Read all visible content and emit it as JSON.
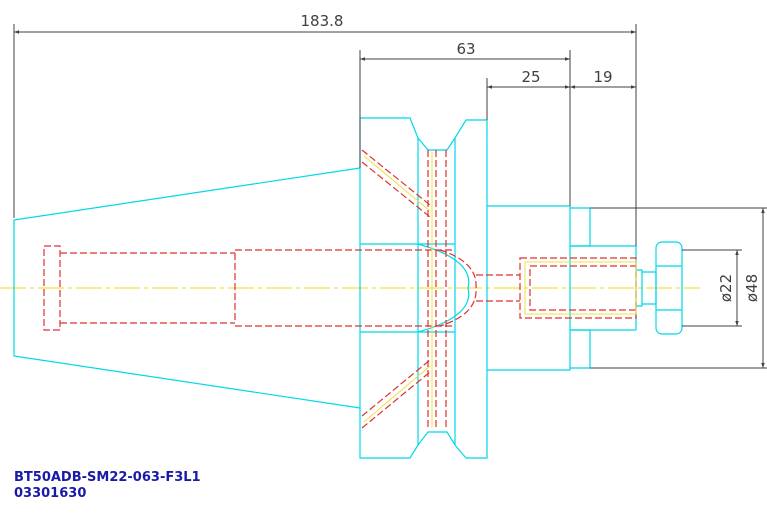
{
  "dimensions": {
    "overall_length": "183.8",
    "flange_length": "63",
    "body_length": "25",
    "nose_length": "19",
    "bore_diameter": "ø22",
    "body_diameter": "ø48"
  },
  "caption": {
    "part_number": "BT50ADB-SM22-063-F3L1",
    "code": "03301630"
  },
  "colors": {
    "outline": "#00d8e8",
    "hidden": "#e03030",
    "centerline": "#f0e040",
    "dimension": "#404040",
    "caption": "#1a1aa8"
  }
}
